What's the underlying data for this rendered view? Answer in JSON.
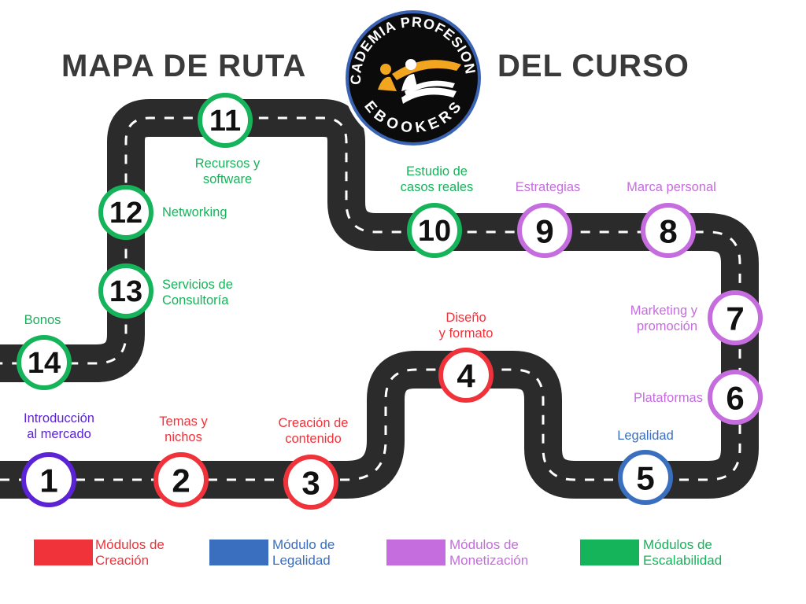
{
  "title": {
    "left": "MAPA DE RUTA",
    "right": "DEL CURSO"
  },
  "logo": {
    "top_text": "ACADEMIA PROFESIONAL",
    "bottom_text": "EBOOKERS"
  },
  "colors": {
    "creacion": "#f0323a",
    "legalidad": "#3a6fc0",
    "monetizacion": "#c56cde",
    "escalabilidad": "#15b45a",
    "intro": "#5b22d6",
    "road": "#2b2b2b",
    "title": "#3a3a3a"
  },
  "modules": [
    {
      "num": "1",
      "category": "intro",
      "lines": [
        "Introducción",
        "al mercado"
      ]
    },
    {
      "num": "2",
      "category": "creacion",
      "lines": [
        "Temas y",
        "nichos"
      ]
    },
    {
      "num": "3",
      "category": "creacion",
      "lines": [
        "Creación de",
        "contenido"
      ]
    },
    {
      "num": "4",
      "category": "creacion",
      "lines": [
        "Diseño",
        "y formato"
      ]
    },
    {
      "num": "5",
      "category": "legalidad",
      "lines": [
        "Legalidad"
      ]
    },
    {
      "num": "6",
      "category": "monetizacion",
      "lines": [
        "Plataformas"
      ]
    },
    {
      "num": "7",
      "category": "monetizacion",
      "lines": [
        "Marketing y",
        "promoción"
      ]
    },
    {
      "num": "8",
      "category": "monetizacion",
      "lines": [
        "Marca personal"
      ]
    },
    {
      "num": "9",
      "category": "monetizacion",
      "lines": [
        "Estrategias"
      ]
    },
    {
      "num": "10",
      "category": "escalabilidad",
      "lines": [
        "Estudio de",
        "casos reales"
      ]
    },
    {
      "num": "11",
      "category": "escalabilidad",
      "lines": [
        "Recursos y",
        "software"
      ]
    },
    {
      "num": "12",
      "category": "escalabilidad",
      "lines": [
        "Networking"
      ]
    },
    {
      "num": "13",
      "category": "escalabilidad",
      "lines": [
        "Servicios de",
        "Consultoría"
      ]
    },
    {
      "num": "14",
      "category": "escalabilidad",
      "lines": [
        "Bonos"
      ]
    }
  ],
  "legend": [
    {
      "category": "creacion",
      "lines": [
        "Módulos de",
        "Creación"
      ]
    },
    {
      "category": "legalidad",
      "lines": [
        "Módulo de",
        "Legalidad"
      ]
    },
    {
      "category": "monetizacion",
      "lines": [
        "Módulos de",
        "Monetización"
      ]
    },
    {
      "category": "escalabilidad",
      "lines": [
        "Módulos de",
        "Escalabilidad"
      ]
    }
  ]
}
